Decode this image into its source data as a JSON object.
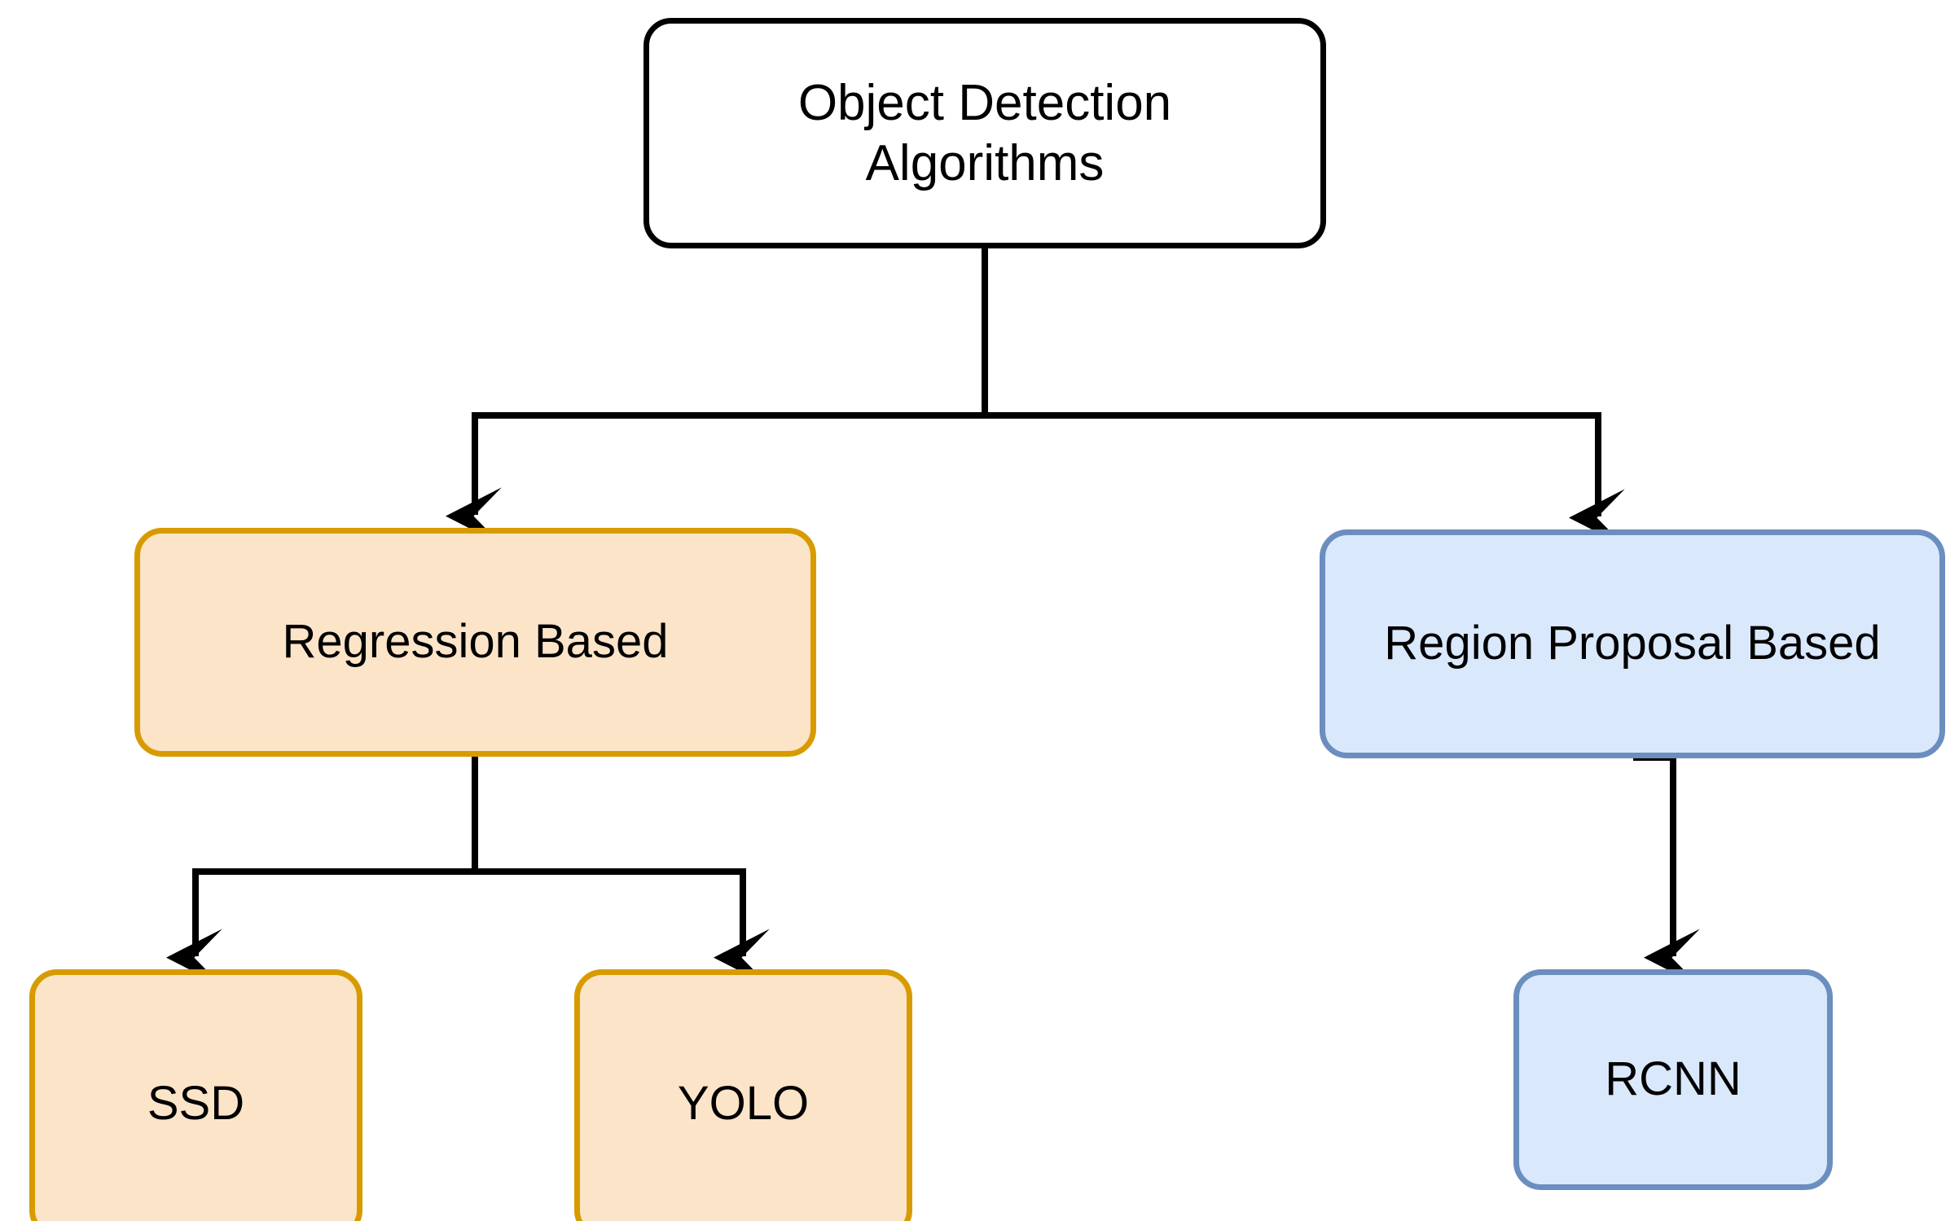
{
  "diagram": {
    "title": "Object Detection Algorithms",
    "type": "flowchart-tree",
    "orientation": "top-down",
    "background_color": "#FFFFFF",
    "edge_color": "#000000",
    "styles": {
      "root": {
        "fill": "#FFFFFF",
        "stroke": "#000000",
        "text": "#000000"
      },
      "orange": {
        "fill": "#FCE4C8",
        "stroke": "#D79B00",
        "text": "#000000"
      },
      "blue": {
        "fill": "#DAE8FC",
        "stroke": "#6C8EBF",
        "text": "#000000"
      }
    },
    "nodes": {
      "root": {
        "label": "Object Detection\nAlgorithms",
        "style": "root"
      },
      "regression": {
        "label": "Regression Based",
        "style": "orange"
      },
      "region": {
        "label": "Region Proposal Based",
        "style": "blue"
      },
      "ssd": {
        "label": "SSD",
        "style": "orange"
      },
      "yolo": {
        "label": "YOLO",
        "style": "orange"
      },
      "rcnn": {
        "label": "RCNN",
        "style": "blue"
      }
    },
    "edges": [
      {
        "from": "root",
        "to": "regression",
        "arrowhead": true
      },
      {
        "from": "root",
        "to": "region",
        "arrowhead": true
      },
      {
        "from": "regression",
        "to": "ssd",
        "arrowhead": true
      },
      {
        "from": "regression",
        "to": "yolo",
        "arrowhead": true
      },
      {
        "from": "region",
        "to": "rcnn",
        "arrowhead": true
      }
    ]
  }
}
